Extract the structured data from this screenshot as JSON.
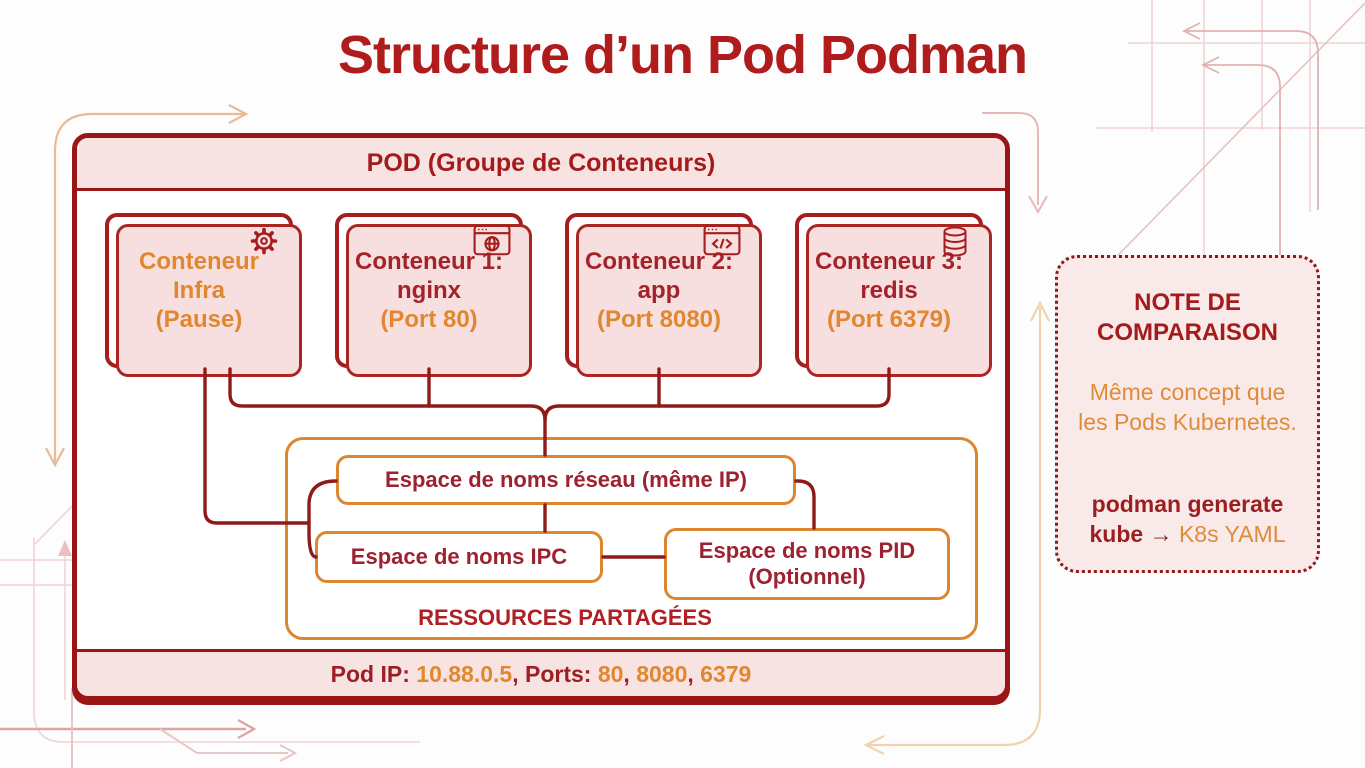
{
  "title": "Structure d’un Pod Podman",
  "pod": {
    "header": "POD (Groupe de Conteneurs)",
    "containers": [
      {
        "icon": "gear-icon",
        "line1": "Conteneur",
        "line2": "Infra",
        "line3": "(Pause)"
      },
      {
        "icon": "browser-globe-icon",
        "line1": "Conteneur 1:",
        "line2": "nginx",
        "line3": "(Port 80)"
      },
      {
        "icon": "code-window-icon",
        "line1": "Conteneur 2:",
        "line2": "app",
        "line3": "(Port 8080)"
      },
      {
        "icon": "database-icon",
        "line1": "Conteneur 3:",
        "line2": "redis",
        "line3": "(Port 6379)"
      }
    ],
    "shared": {
      "label": "RESSOURCES PARTAGÉES",
      "network": "Espace de noms réseau (même IP)",
      "ipc": "Espace de noms IPC",
      "pid_line1": "Espace de noms PID",
      "pid_line2": "(Optionnel)"
    },
    "footer": {
      "p1": "Pod IP: ",
      "p2": "10.88.0.5",
      "p3": ", Ports: ",
      "p4": "80",
      "p5": ", ",
      "p6": "8080",
      "p7": ", ",
      "p8": "6379"
    }
  },
  "note": {
    "title": "NOTE DE COMPARAISON",
    "body": "Même concept que les Pods Kubernetes.",
    "command_bold": "podman generate kube ",
    "command_arrow": "→ ",
    "command_value": "K8s YAML"
  },
  "colors": {
    "dark_red": "#9a1616",
    "maroon_text": "#a4232b",
    "orange_text": "#e0872f",
    "orange_border": "#de8530",
    "pink_fill": "#f8e3e3",
    "note_fill": "#f9e9e9"
  }
}
